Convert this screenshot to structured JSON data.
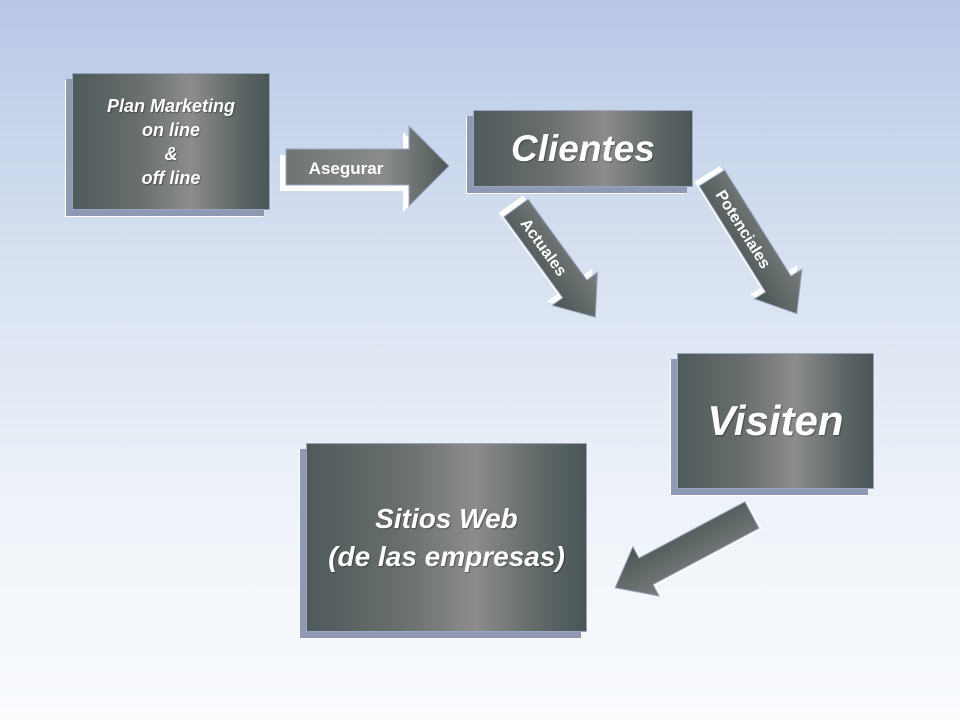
{
  "boxes": {
    "plan": "Plan Marketing\non line\n&\noff line",
    "clientes": "Clientes",
    "visiten": "Visiten",
    "sitios": "Sitios Web\n(de las empresas)"
  },
  "arrows": {
    "asegurar": "Asegurar",
    "actuales": "Actuales",
    "potenciales": "Potenciales"
  }
}
